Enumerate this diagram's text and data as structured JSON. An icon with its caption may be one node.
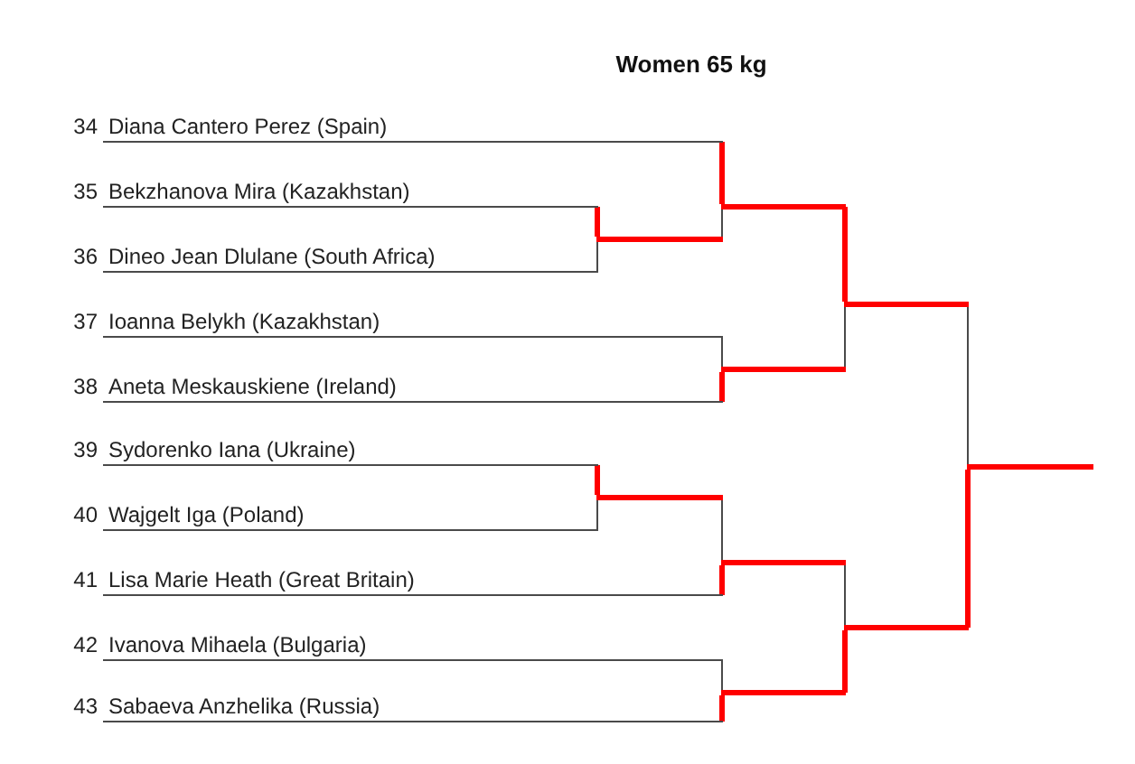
{
  "diagram": {
    "title": "Women 65 kg",
    "nodes": [
      {
        "text": [
          "34",
          "Diana Cantero Perez (Spain)"
        ]
      },
      {
        "text": [
          "35",
          "Bekzhanova Mira (Kazakhstan)"
        ]
      },
      {
        "text": [
          "36",
          "Dineo Jean Dlulane (South Africa)"
        ]
      },
      {
        "text": [
          "37",
          "Ioanna Belykh (Kazakhstan)"
        ]
      },
      {
        "text": [
          "38",
          "Aneta Meskauskiene (Ireland)"
        ]
      },
      {
        "text": [
          "39",
          "Sydorenko Iana (Ukraine)"
        ]
      },
      {
        "text": [
          "40",
          "Wajgelt Iga (Poland)"
        ]
      },
      {
        "text": [
          "41",
          "Lisa Marie Heath (Great Britain)"
        ]
      },
      {
        "text": [
          "42",
          "Ivanova Mihaela (Bulgaria)"
        ]
      },
      {
        "text": [
          "43",
          "Sabaeva Anzhelika (Russia)"
        ]
      },
      {
        "text": [],
        "shape": "bar"
      },
      {
        "text": [],
        "shape": "bar"
      },
      {
        "text": [],
        "shape": "bar"
      },
      {
        "text": [],
        "shape": "bar"
      },
      {
        "text": [],
        "shape": "bar"
      },
      {
        "text": [],
        "shape": "bar"
      },
      {
        "text": [],
        "shape": "bar"
      },
      {
        "text": [],
        "shape": "bar"
      },
      {
        "text": [],
        "shape": "bar"
      }
    ],
    "edges": [
      {
        "from": 1,
        "to": 10,
        "arrow": "none",
        "color": "#ff0000",
        "style": "thick"
      },
      {
        "from": 2,
        "to": 10,
        "arrow": "none",
        "color": "#4a4a4a"
      },
      {
        "from": 0,
        "to": 11,
        "arrow": "none",
        "color": "#ff0000",
        "style": "thick"
      },
      {
        "from": 10,
        "to": 11,
        "arrow": "none",
        "color": "#4a4a4a"
      },
      {
        "from": 3,
        "to": 12,
        "arrow": "none",
        "color": "#4a4a4a"
      },
      {
        "from": 4,
        "to": 12,
        "arrow": "none",
        "color": "#ff0000",
        "style": "thick"
      },
      {
        "from": 5,
        "to": 13,
        "arrow": "none",
        "color": "#ff0000",
        "style": "thick"
      },
      {
        "from": 6,
        "to": 13,
        "arrow": "none",
        "color": "#4a4a4a"
      },
      {
        "from": 13,
        "to": 14,
        "arrow": "none",
        "color": "#4a4a4a"
      },
      {
        "from": 7,
        "to": 14,
        "arrow": "none",
        "color": "#ff0000",
        "style": "thick"
      },
      {
        "from": 8,
        "to": 15,
        "arrow": "none",
        "color": "#4a4a4a"
      },
      {
        "from": 9,
        "to": 15,
        "arrow": "none",
        "color": "#ff0000",
        "style": "thick"
      },
      {
        "from": 11,
        "to": 16,
        "arrow": "none",
        "color": "#ff0000",
        "style": "thick"
      },
      {
        "from": 12,
        "to": 16,
        "arrow": "none",
        "color": "#4a4a4a"
      },
      {
        "from": 14,
        "to": 17,
        "arrow": "none",
        "color": "#4a4a4a"
      },
      {
        "from": 15,
        "to": 17,
        "arrow": "none",
        "color": "#ff0000",
        "style": "thick"
      },
      {
        "from": 16,
        "to": 18,
        "arrow": "none",
        "color": "#4a4a4a"
      },
      {
        "from": 17,
        "to": 18,
        "arrow": "none",
        "color": "#ff0000",
        "style": "thick"
      }
    ]
  }
}
